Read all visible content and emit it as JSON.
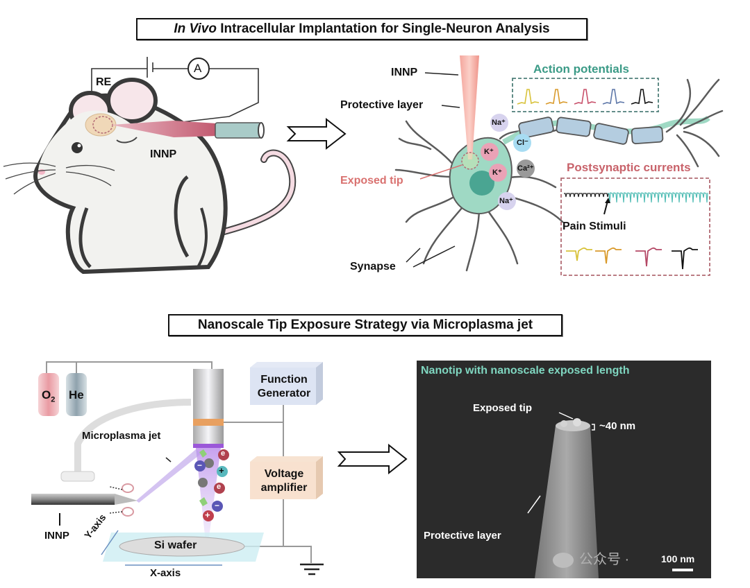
{
  "panel_top": {
    "title_italic": "In Vivo",
    "title_rest": " Intracellular Implantation for Single-Neuron Analysis",
    "mouse": {
      "label_re": "RE",
      "label_innp": "INNP",
      "ammeter_symbol": "A"
    },
    "neuron": {
      "label_innp": "INNP",
      "label_protective_layer": "Protective layer",
      "label_exposed_tip": "Exposed tip",
      "label_synapse": "Synapse",
      "ions": [
        "Na⁺",
        "K⁺",
        "Cl⁻",
        "K⁺",
        "Ca²⁺",
        "Na⁺"
      ],
      "action_potentials": {
        "title": "Action potentials",
        "trace_colors": [
          "#d8c23a",
          "#d99a2b",
          "#c8506a",
          "#5d77a8",
          "#111111"
        ]
      },
      "postsynaptic_currents": {
        "title": "Postsynaptic currents",
        "annotation": "Pain Stimuli",
        "trace_colors": [
          "#d8c23a",
          "#d99a2b",
          "#b44866",
          "#111111"
        ]
      }
    }
  },
  "panel_bottom": {
    "title": "Nanoscale Tip Exposure Strategy via Microplasma jet",
    "setup": {
      "gas_1": "O",
      "gas_1_sub": "2",
      "gas_2": "He",
      "label_function_generator_1": "Function",
      "label_function_generator_2": "Generator",
      "label_voltage_amplifier_1": "Voltage",
      "label_voltage_amplifier_2": "amplifier",
      "label_microplasma_jet": "Microplasma jet",
      "label_innp": "INNP",
      "label_si_wafer": "Si wafer",
      "label_x_axis": "X-axis",
      "label_y_axis": "Y-axis",
      "particles": [
        "e",
        "−",
        "+",
        "e",
        "−",
        "+"
      ]
    },
    "sem_image": {
      "title": "Nanotip with nanoscale exposed length",
      "label_exposed_tip": "Exposed tip",
      "label_length": "~40 nm",
      "label_protective_layer": "Protective layer",
      "scale_bar": "100 nm"
    }
  },
  "watermark": {
    "text": "公众号 ·"
  },
  "colors": {
    "title_teal": "#3a9a86",
    "psc_red": "#c8626a",
    "sem_title": "#7fd6c0",
    "exposed_tip_red": "#d9716f",
    "neuron_green": "#9fd9c4"
  }
}
